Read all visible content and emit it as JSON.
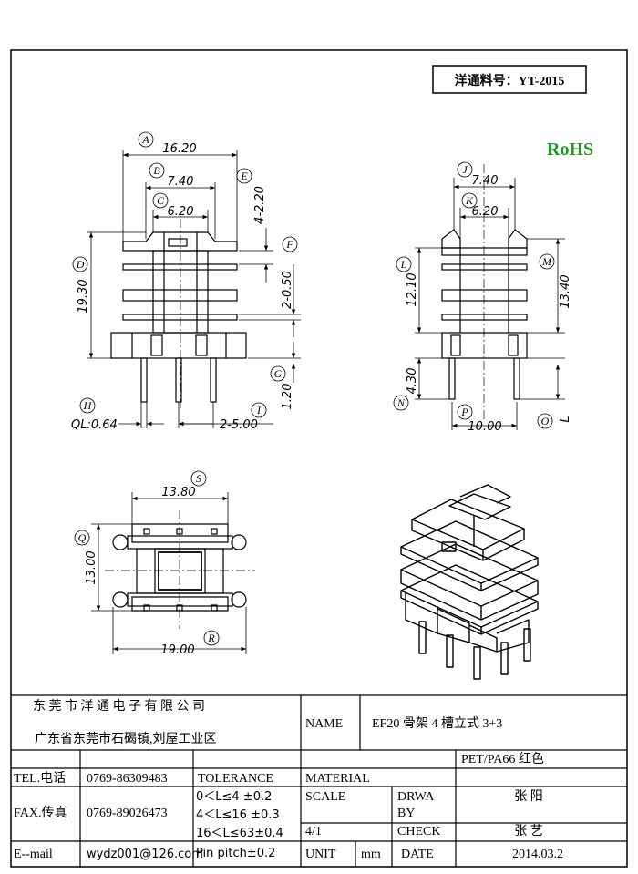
{
  "part_no": "洋通料号：YT-2015",
  "rohs": "RoHS",
  "colors": {
    "rohs": "#1a9a1a",
    "line": "#000000"
  },
  "front_view": {
    "dims": {
      "A": "16.20",
      "B": "7.40",
      "C": "6.20",
      "D": "19.30",
      "E": "4-2.20",
      "F": "2-0.50",
      "G": "1.20",
      "H": "QL:0.64",
      "I": "2-5.00"
    },
    "labels": {
      "A": "A",
      "B": "B",
      "C": "C",
      "D": "D",
      "E": "E",
      "F": "F",
      "G": "G",
      "H": "H",
      "I": "I"
    }
  },
  "side_view": {
    "dims": {
      "J": "7.40",
      "K": "6.20",
      "L": "12.10",
      "M": "13.40",
      "N": "4.30",
      "P": "10.00",
      "O": "L"
    },
    "labels": {
      "J": "J",
      "K": "K",
      "L": "L",
      "M": "M",
      "N": "N",
      "P": "P",
      "O": "O"
    }
  },
  "bottom_view": {
    "dims": {
      "S": "13.80",
      "Q": "13.00",
      "R": "19.00"
    },
    "labels": {
      "S": "S",
      "Q": "Q",
      "R": "R"
    }
  },
  "title_block": {
    "company": "东 莞 市 洋 通 电 子 有 限 公 司",
    "address": "广东省东莞市石碣镇,刘屋工业区",
    "name_label": "NAME",
    "name_value": "EF20 骨架 4 槽立式 3+3",
    "material_value": "PET/PA66 红色",
    "tel_label": "TEL.电话",
    "tel_value": "0769-86309483",
    "tolerance_label": "TOLERANCE",
    "material_label": "MATERIAL",
    "fax_label": "FAX.传真",
    "fax_value": "0769-89026473",
    "tol1": "0＜L≤4  ±0.2",
    "tol2": "4＜L≤16 ±0.3",
    "tol3": "16＜L≤63±0.4",
    "tol4": "Pin pitch±0.2",
    "scale_label": "SCALE",
    "scale_value": "4/1",
    "drwa_label1": "DRWA",
    "drwa_label2": "BY",
    "drwa_value": "张  阳",
    "check_label": "CHECK",
    "check_value": "张  艺",
    "email_label": "E--mail",
    "email_value": "wydz001@126.com",
    "unit_label": "UNIT",
    "unit_value": "mm",
    "date_label": "DATE",
    "date_value": "2014.03.2"
  }
}
